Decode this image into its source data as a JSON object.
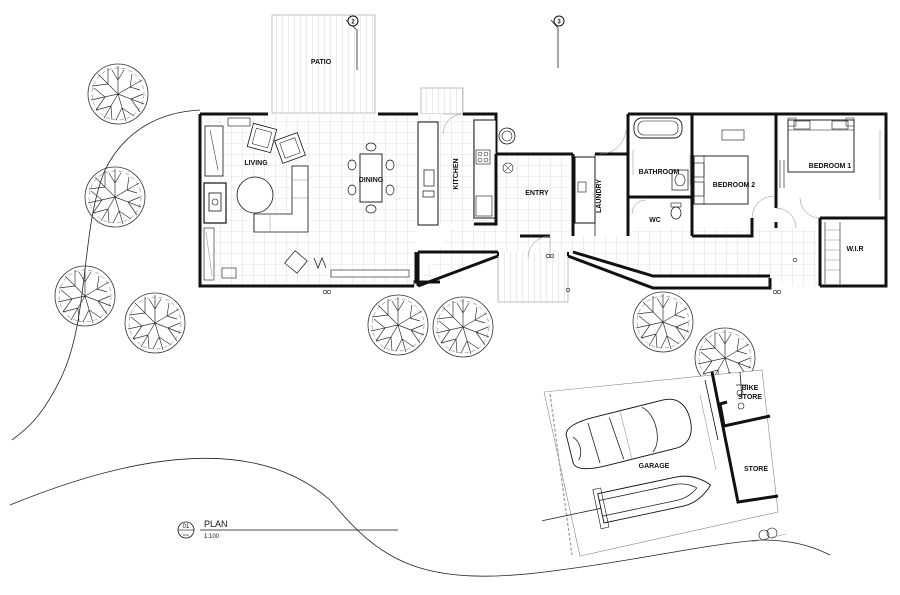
{
  "rooms": {
    "patio": "PATIO",
    "living": "LIVING",
    "dining": "DINING",
    "kitchen": "KITCHEN",
    "entry": "ENTRY",
    "laundry": "LAUNDRY",
    "bathroom": "BATHROOM",
    "wc": "WC",
    "bedroom2": "BEDROOM 2",
    "bedroom1": "BEDROOM 1",
    "wir": "W.I.R",
    "bike_store_line1": "BIKE",
    "bike_store_line2": "STORE",
    "store": "STORE",
    "garage": "GARAGE"
  },
  "section_markers": {
    "m2": "2",
    "m3": "3"
  },
  "title_block": {
    "number": "01",
    "title": "PLAN",
    "scale": "1:100"
  }
}
